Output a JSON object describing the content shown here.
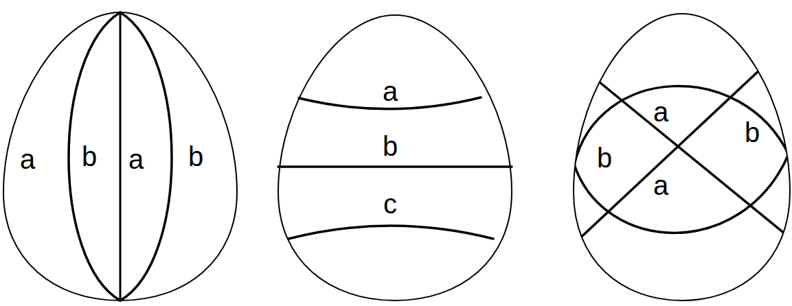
{
  "diagram": {
    "labels": [
      "a",
      "b",
      "a",
      "b",
      "a",
      "b",
      "c",
      "a",
      "b",
      "b",
      "a"
    ]
  }
}
